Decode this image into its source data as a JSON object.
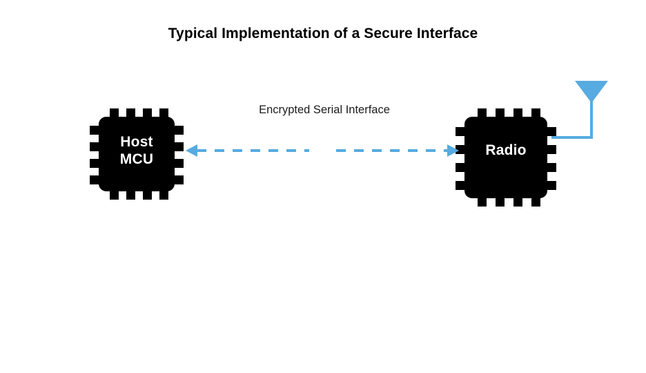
{
  "diagram": {
    "title": "Typical Implementation of a Secure Interface",
    "link_label": "Encrypted Serial Interface",
    "background_color": "#ffffff",
    "accent_color": "#56abe0",
    "chip_color": "#000000",
    "chip_text_color": "#ffffff",
    "nodes": [
      {
        "id": "host-mcu",
        "label": "Host\nMCU",
        "shape": "ic-chip",
        "pins_per_side": 4
      },
      {
        "id": "radio",
        "label": "Radio",
        "shape": "ic-chip",
        "pins_per_side": 4
      }
    ],
    "connections": [
      {
        "id": "serial-link",
        "label": "Encrypted Serial Interface",
        "from": "radio",
        "to": "host-mcu",
        "style": "dashed",
        "direction": "bidirectional",
        "color": "#56abe0"
      },
      {
        "id": "antenna-feed",
        "from": "radio",
        "to": "antenna",
        "style": "solid",
        "color": "#56abe0"
      }
    ],
    "antenna": {
      "id": "antenna",
      "shape": "triangle-down",
      "color": "#56abe0"
    }
  }
}
